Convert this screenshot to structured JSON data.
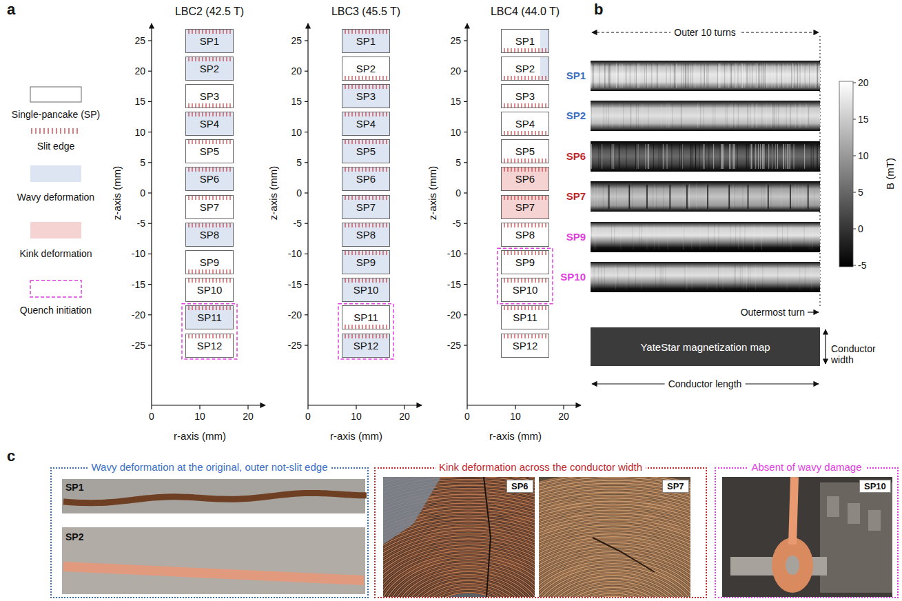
{
  "diagram": {
    "nodes": [
      {
        "text": [
          "SP1"
        ]
      },
      {
        "text": [
          "SP2"
        ]
      },
      {
        "text": [
          "SP3"
        ]
      },
      {
        "text": [
          "SP4"
        ]
      },
      {
        "text": [
          "SP5"
        ]
      },
      {
        "text": [
          "SP6"
        ]
      },
      {
        "text": [
          "SP7"
        ]
      },
      {
        "text": [
          "SP8"
        ]
      },
      {
        "text": [
          "SP9"
        ]
      },
      {
        "text": [
          "SP10"
        ]
      },
      {
        "text": [
          "SP11"
        ]
      },
      {
        "text": [
          "SP12"
        ]
      },
      {
        "text": [
          "SP1"
        ]
      },
      {
        "text": [
          "SP2"
        ]
      },
      {
        "text": [
          "SP3"
        ]
      },
      {
        "text": [
          "SP4"
        ]
      },
      {
        "text": [
          "SP5"
        ]
      },
      {
        "text": [
          "SP6"
        ]
      },
      {
        "text": [
          "SP7"
        ]
      },
      {
        "text": [
          "SP8"
        ]
      },
      {
        "text": [
          "SP9"
        ]
      },
      {
        "text": [
          "SP10"
        ]
      },
      {
        "text": [
          "SP11"
        ]
      },
      {
        "text": [
          "SP12"
        ]
      },
      {
        "text": [
          "SP1"
        ]
      },
      {
        "text": [
          "SP2"
        ]
      },
      {
        "text": [
          "SP3"
        ]
      },
      {
        "text": [
          "SP4"
        ]
      },
      {
        "text": [
          "SP5"
        ]
      },
      {
        "text": [
          "SP6"
        ]
      },
      {
        "text": [
          "SP7"
        ]
      },
      {
        "text": [
          "SP8"
        ]
      },
      {
        "text": [
          "SP9"
        ]
      },
      {
        "text": [
          "SP10"
        ]
      },
      {
        "text": [
          "SP11"
        ]
      },
      {
        "text": [
          "SP12"
        ]
      },
      {
        "text": [
          "YateStar magnetization map"
        ]
      },
      {
        "text": [
          "Wavy deformation at the original, outer not-slit edge"
        ]
      },
      {
        "text": [
          "Kink deformation across the conductor width"
        ]
      },
      {
        "text": [
          "SP6"
        ],
        "in": 38
      },
      {
        "text": [
          "SP7"
        ],
        "in": 38
      },
      {
        "text": [
          "Absent of wavy damage"
        ]
      },
      {
        "text": [
          "SP10"
        ],
        "in": 41
      }
    ],
    "labels": [
      "a",
      "LBC2 (42.5 T)",
      "25",
      "20",
      "15",
      "10",
      "5",
      "0",
      "-5",
      "-10",
      "-15",
      "-20",
      "-25",
      "z-axis (mm)",
      "0",
      "10",
      "20",
      "r-axis (mm)",
      "LBC3 (45.5 T)",
      "25",
      "20",
      "15",
      "10",
      "5",
      "0",
      "-5",
      "-10",
      "-15",
      "-20",
      "-25",
      "z-axis (mm)",
      "0",
      "10",
      "20",
      "r-axis (mm)",
      "LBC4 (44.0 T)",
      "25",
      "20",
      "15",
      "10",
      "5",
      "0",
      "-5",
      "-10",
      "-15",
      "-20",
      "-25",
      "z-axis (mm)",
      "0",
      "10",
      "20",
      "r-axis (mm)",
      "b",
      "Outer 10 turns",
      "SP1",
      "SP2",
      "SP6",
      "SP7",
      "SP9",
      "SP10",
      "20",
      "15",
      "10",
      "5",
      "0",
      "-5",
      "B (mT)",
      "Outermost turn",
      "Conductor width",
      "Conductor length",
      "c",
      "SP1",
      "SP2"
    ],
    "legend": [
      {
        "text": "Single-pancake (SP)"
      },
      {
        "text": "Slit edge"
      },
      {
        "text": "Wavy deformation",
        "color": "#dce5f1"
      },
      {
        "text": "Kink deformation",
        "color": "#f5d3d3"
      },
      {
        "text": "Quench initiation"
      }
    ]
  }
}
